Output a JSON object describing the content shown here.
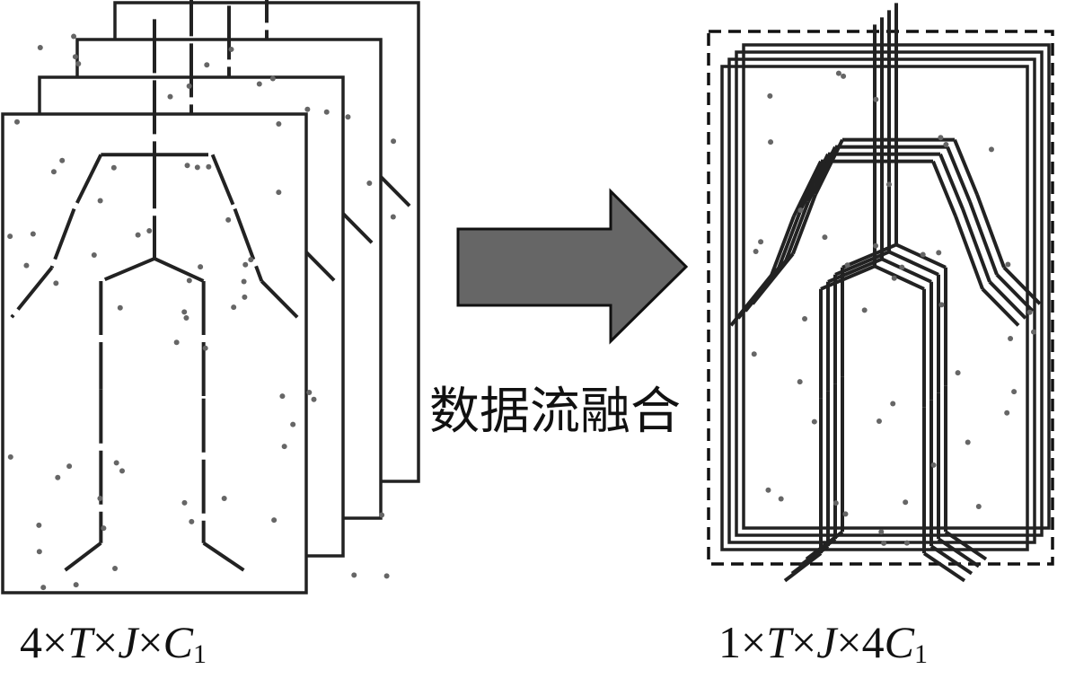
{
  "input_shape": {
    "n": "4",
    "t": "T",
    "j": "J",
    "c": "C",
    "c_sub": "1"
  },
  "output_shape": {
    "n": "1",
    "t": "T",
    "j": "J",
    "c_prefix": "4",
    "c": "C",
    "c_sub": "1"
  },
  "fusion_label": "数据流融合",
  "times": "×",
  "colors": {
    "line": "#222222",
    "point": "#666666",
    "arrow_fill": "#666666",
    "arrow_stroke": "#111111"
  }
}
